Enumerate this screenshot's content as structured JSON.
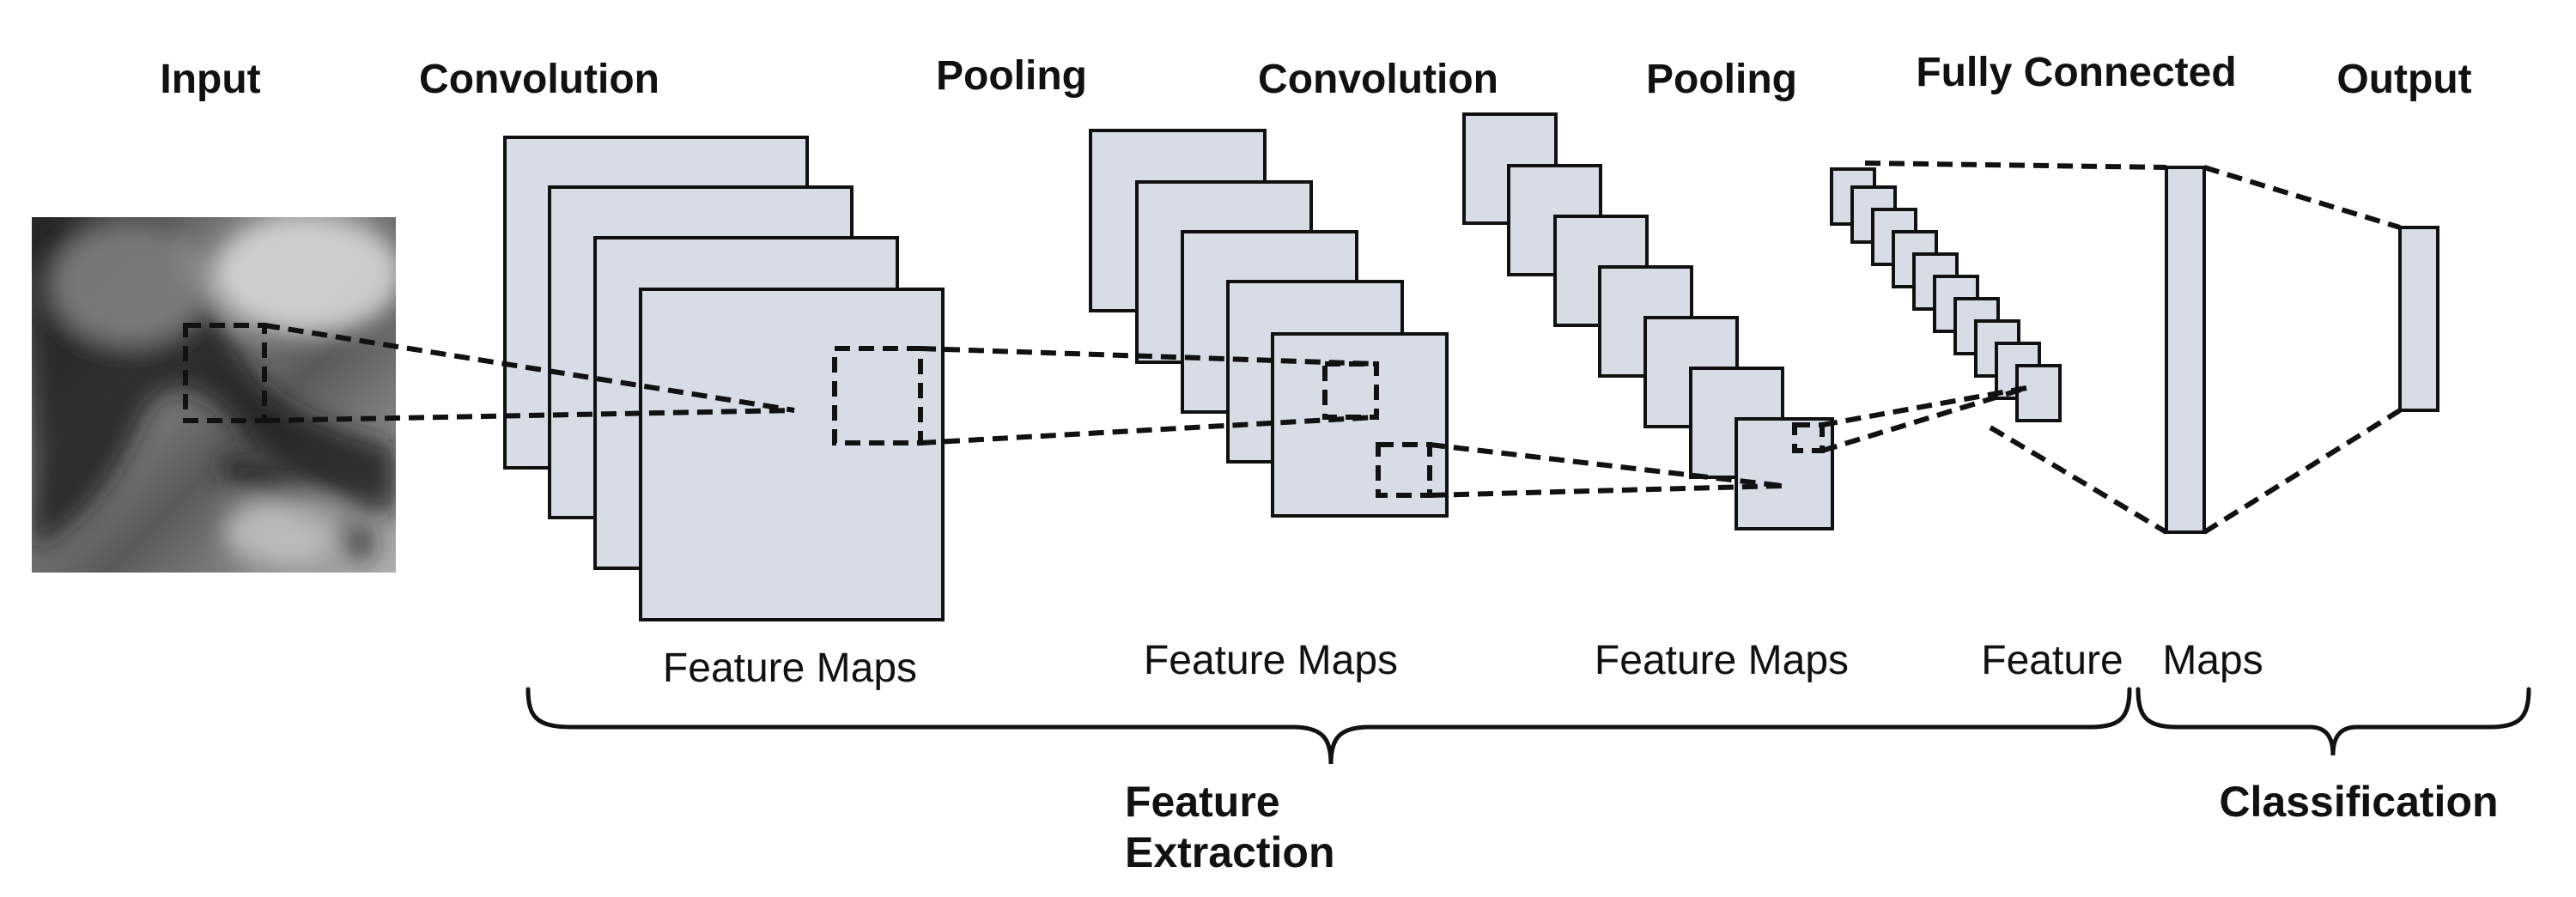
{
  "stages": {
    "input": "Input",
    "convolution_1": "Convolution",
    "pooling_1": "Pooling",
    "convolution_2": "Convolution",
    "pooling_2": "Pooling",
    "fully_connected": "Fully Connected",
    "output": "Output"
  },
  "feature_map_labels": {
    "first": "Feature Maps",
    "second": "Feature Maps",
    "third": "Feature Maps",
    "fourth_part_1": "Feature",
    "fourth_part_2": "Maps"
  },
  "groups": {
    "extraction_line_1": "Feature",
    "extraction_line_2": "Extraction",
    "classification": "Classification"
  },
  "colors": {
    "feature_map_fill": "#d8dce6",
    "stroke": "#111111",
    "background": "#ffffff"
  }
}
